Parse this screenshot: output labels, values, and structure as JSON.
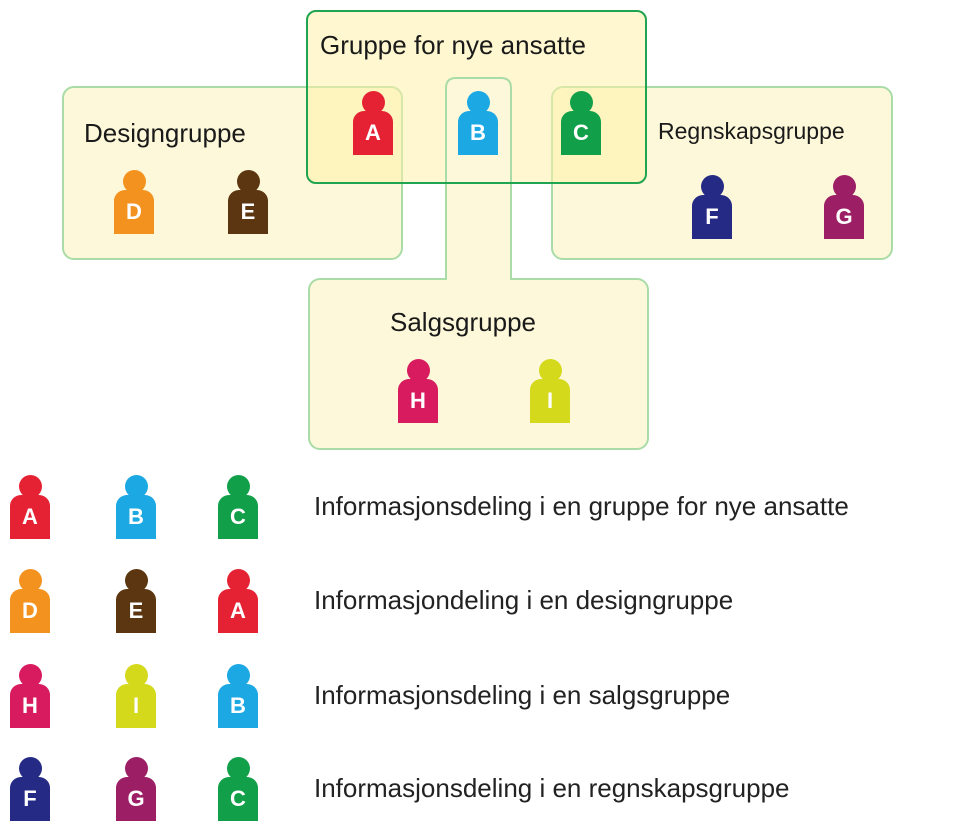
{
  "colors": {
    "A": "#e52233",
    "B": "#1ca8e3",
    "C": "#11a049",
    "D": "#f3921e",
    "E": "#5c3610",
    "F": "#252b85",
    "G": "#9c1e65",
    "H": "#d81a5f",
    "I": "#d4d91c"
  },
  "groups": {
    "new": {
      "label": "Gruppe for nye ansatte"
    },
    "design": {
      "label": "Designgruppe"
    },
    "accounting": {
      "label": "Regnskapsgruppe"
    },
    "sales": {
      "label": "Salgsgruppe"
    }
  },
  "people": {
    "A": {
      "letter": "A"
    },
    "B": {
      "letter": "B"
    },
    "C": {
      "letter": "C"
    },
    "D": {
      "letter": "D"
    },
    "E": {
      "letter": "E"
    },
    "F": {
      "letter": "F"
    },
    "G": {
      "letter": "G"
    },
    "H": {
      "letter": "H"
    },
    "I": {
      "letter": "I"
    }
  },
  "legend": [
    {
      "members": [
        "A",
        "B",
        "C"
      ],
      "text": "Informasjonsdeling i en gruppe for nye ansatte"
    },
    {
      "members": [
        "D",
        "E",
        "A"
      ],
      "text": "Informasjondeling i en designgruppe"
    },
    {
      "members": [
        "H",
        "I",
        "B"
      ],
      "text": "Informasjonsdeling i en salgsgruppe"
    },
    {
      "members": [
        "F",
        "G",
        "C"
      ],
      "text": "Informasjonsdeling i en regnskapsgruppe"
    }
  ]
}
